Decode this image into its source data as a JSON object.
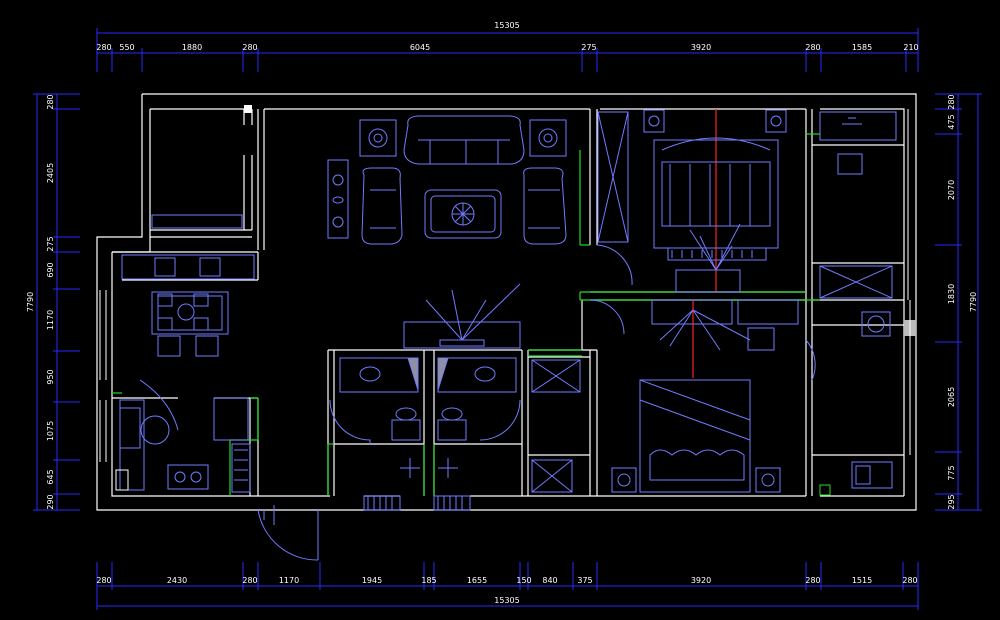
{
  "dimensions": {
    "top_total": "15305",
    "top": [
      "280",
      "550",
      "1880",
      "280",
      "6045",
      "275",
      "3920",
      "280",
      "1585",
      "210"
    ],
    "bottom_total": "15305",
    "bottom": [
      "280",
      "2430",
      "280",
      "1170",
      "1945",
      "185",
      "1655",
      "150",
      "840",
      "375",
      "3920",
      "280",
      "1515",
      "280"
    ],
    "left_total": "7790",
    "left": [
      "280",
      "2405",
      "275",
      "690",
      "1170",
      "950",
      "1075",
      "645",
      "290"
    ],
    "right_total": "7790",
    "right": [
      "280",
      "475",
      "2070",
      "1830",
      "2065",
      "775",
      "295"
    ]
  },
  "colors": {
    "background": "#000000",
    "walls": "#ffffff",
    "furniture": "#6f7bff",
    "dimension_lines": "#2a2aff",
    "dimension_text": "#ffffff",
    "green_lines": "#22dd22",
    "red_axis": "#ff2020"
  }
}
